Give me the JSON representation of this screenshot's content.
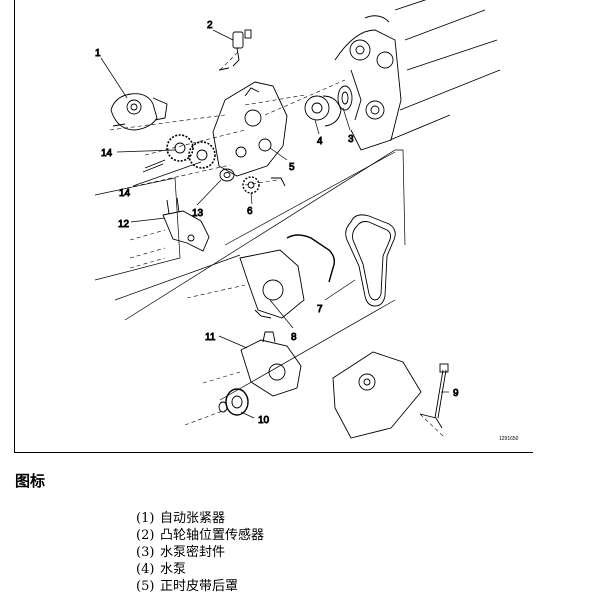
{
  "figure": {
    "figure_id": "1291650",
    "callouts": [
      "1",
      "2",
      "3",
      "4",
      "5",
      "6",
      "7",
      "8",
      "9",
      "10",
      "11",
      "12",
      "13",
      "14",
      "14"
    ]
  },
  "legend": {
    "heading": "图标",
    "items": [
      {
        "num": "(1)",
        "text": "自动张紧器"
      },
      {
        "num": "(2)",
        "text": "凸轮轴位置传感器"
      },
      {
        "num": "(3)",
        "text": "水泵密封件"
      },
      {
        "num": "(4)",
        "text": "水泵"
      },
      {
        "num": "(5)",
        "text": "正时皮带后罩"
      }
    ]
  }
}
